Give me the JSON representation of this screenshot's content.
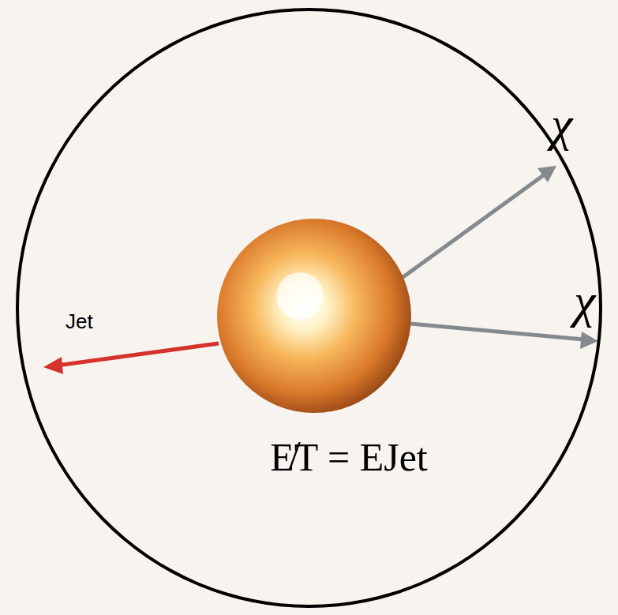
{
  "diagram": {
    "nodes": [
      {
        "text": [
          "E̸T = EJet"
        ]
      }
    ],
    "labels": [
      "Jet",
      "χ",
      "χ"
    ]
  }
}
